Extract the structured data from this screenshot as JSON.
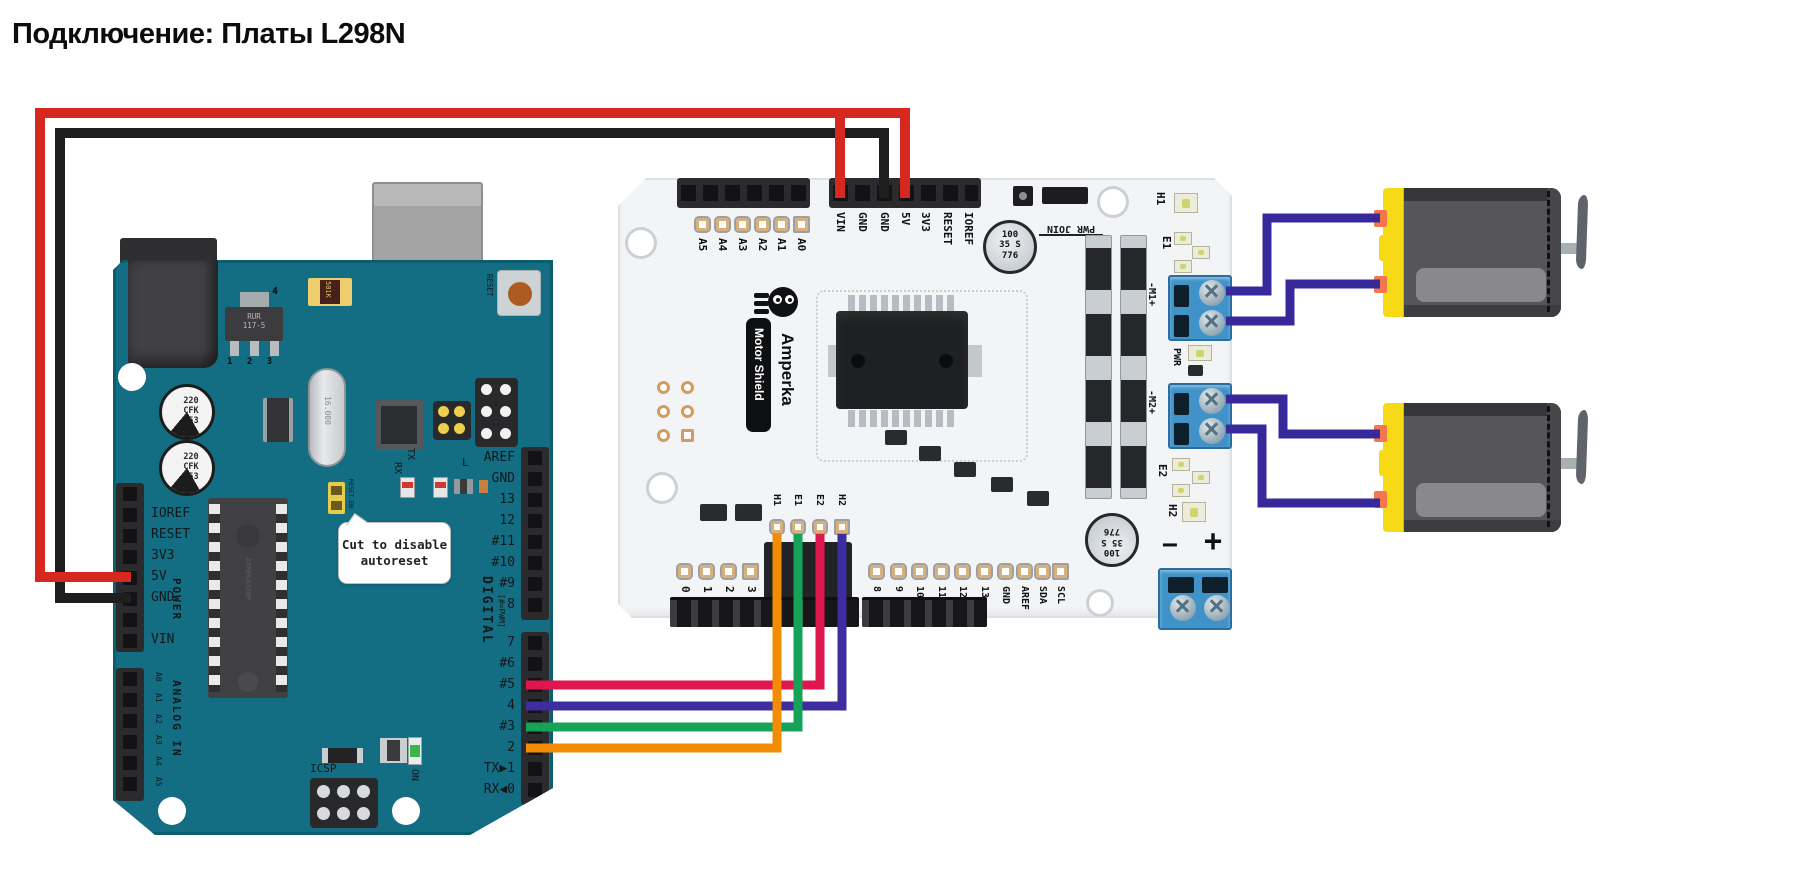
{
  "title": "Подключение: Платы L298N",
  "arduino": {
    "power_pins": [
      "IOREF",
      "RESET",
      "3V3",
      "5V",
      "GND",
      "VIN"
    ],
    "power_group_label": "POWER",
    "analog_group_label": "ANALOG IN",
    "analog_pins": [
      "A0",
      "A1",
      "A2",
      "A3",
      "A4",
      "A5"
    ],
    "digital_upper": [
      "AREF",
      "GND",
      "13",
      "12",
      "#11",
      "#10",
      "#9",
      "8"
    ],
    "digital_lower": [
      "7",
      "#6",
      "#5",
      "4",
      "#3",
      "2",
      "1",
      "0"
    ],
    "tx_label": "TX",
    "rx_label": "RX",
    "tx_arrow": "▶",
    "rx_arrow": "◀",
    "digital_group_label": "DIGITAL",
    "pwm_note": "[#=PWM]",
    "icsp_label": "ICSP",
    "on_label": "ON",
    "l_label": "L",
    "tx_led_label": "TX",
    "rx_led_label": "RX",
    "reset_en_label": "RESET-EN",
    "reset_button_label": "RESET",
    "note_line1": "Cut to disable",
    "note_line2": "autoreset",
    "cap": {
      "l1": "220",
      "l2": "CFK",
      "l3": "W53"
    },
    "regulator": {
      "l1": "RUR",
      "l2": "117-5",
      "pin_top": "4",
      "pins_bottom": "1 2 3"
    },
    "fuse_text": "501K",
    "mcu_text": "ATMEGA328P",
    "crystal_text": "16.000"
  },
  "shield": {
    "brand": "Amperka",
    "product": "Motor Shield",
    "top_analog": [
      "A5",
      "A4",
      "A3",
      "A2",
      "A1",
      "A0"
    ],
    "top_power": [
      "VIN",
      "GND",
      "GND",
      "5V",
      "3V3",
      "RESET",
      "IOREF"
    ],
    "cap": {
      "l1": "100",
      "l2": "35 S",
      "l3": "776"
    },
    "pwr_join_label": "PWR JOIN",
    "h1_label": "H1",
    "e1_label": "E1",
    "m1_label": "-M1+",
    "pwr_label": "PWR",
    "m2_label": "-M2+",
    "e2_label": "E2",
    "h2_label": "H2",
    "ctrl_pads": [
      "H1",
      "E1",
      "E2",
      "H2"
    ],
    "bottom_left_pins": [
      "0",
      "1",
      "2",
      "3"
    ],
    "bottom_right_pins": [
      "8",
      "9",
      "10",
      "11",
      "12",
      "13",
      "GND",
      "AREF",
      "SDA",
      "SCL"
    ],
    "minus_label": "−",
    "plus_label": "+"
  },
  "motors": [
    {
      "name": "motor-1"
    },
    {
      "name": "motor-2"
    }
  ],
  "wires": [
    {
      "name": "power-red",
      "color": "#d6281e",
      "from": "Arduino 5V",
      "to": "Shield VIN + 5V"
    },
    {
      "name": "power-black",
      "color": "#1e1e1e",
      "from": "Arduino GND",
      "to": "Shield GND"
    },
    {
      "name": "signal-crimson",
      "color": "#e0164f",
      "from": "Arduino #5",
      "to": "Shield E2"
    },
    {
      "name": "signal-purple",
      "color": "#3d2d9f",
      "from": "Arduino 4",
      "to": "Shield H2"
    },
    {
      "name": "signal-green",
      "color": "#17a357",
      "from": "Arduino #3",
      "to": "Shield E1"
    },
    {
      "name": "signal-orange",
      "color": "#f28c05",
      "from": "Arduino 2",
      "to": "Shield H1"
    },
    {
      "name": "motor1-a",
      "color": "#38299b",
      "from": "Shield M1",
      "to": "Motor 1 +"
    },
    {
      "name": "motor1-b",
      "color": "#38299b",
      "from": "Shield M1",
      "to": "Motor 1 −"
    },
    {
      "name": "motor2-a",
      "color": "#38299b",
      "from": "Shield M2",
      "to": "Motor 2 +"
    },
    {
      "name": "motor2-b",
      "color": "#38299b",
      "from": "Shield M2",
      "to": "Motor 2 −"
    }
  ],
  "colors": {
    "board_teal": "#136e83",
    "shield_white": "#f3f4f6",
    "terminal_blue": "#3f93c9",
    "motor_yellow": "#f6da15",
    "motor_body": "#55555a",
    "header_black": "#2b2b2e"
  }
}
